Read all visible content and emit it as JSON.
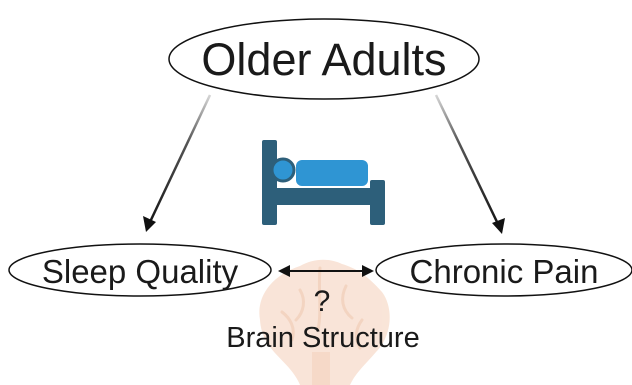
{
  "diagram": {
    "nodes": {
      "top": {
        "label": "Older Adults"
      },
      "left": {
        "label": "Sleep Quality"
      },
      "right": {
        "label": "Chronic Pain"
      },
      "bottom": {
        "label": "Brain Structure"
      }
    },
    "question_mark": "?",
    "icons": {
      "center": "bed-with-person-icon",
      "background": "brain-cross-section-icon"
    },
    "colors": {
      "bed_dark": "#2d5f7a",
      "bed_light": "#2f95d3",
      "brain": "#f7dccb",
      "ellipse_stroke": "#111111",
      "arrow_gradient_start": "#d0d0d0",
      "arrow_gradient_end": "#111111"
    }
  }
}
